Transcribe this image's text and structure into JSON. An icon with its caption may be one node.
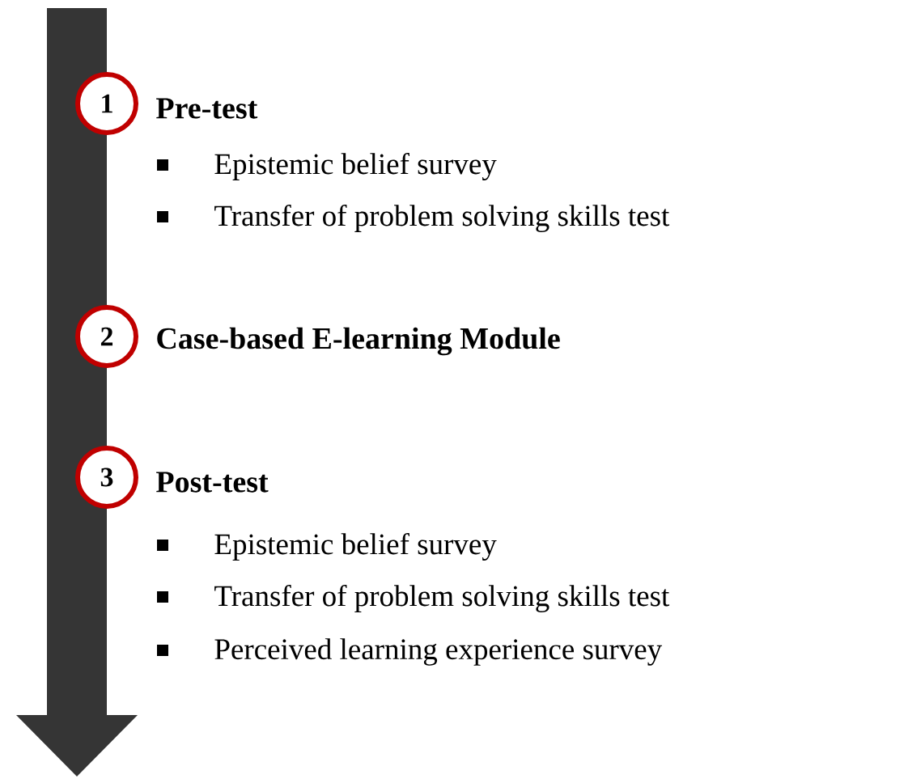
{
  "diagram": {
    "nodes": [
      {
        "text": [
          "1"
        ],
        "beside": [
          "Pre-test"
        ]
      },
      {
        "text": [
          "2"
        ],
        "beside": [
          "Case-based E-learning Module"
        ]
      },
      {
        "text": [
          "3"
        ],
        "beside": [
          "Post-test"
        ]
      }
    ],
    "labels": [
      "Epistemic belief survey",
      "Transfer of problem solving skills test",
      "Epistemic belief survey",
      "Transfer of problem solving skills test",
      "Perceived learning experience survey"
    ]
  }
}
